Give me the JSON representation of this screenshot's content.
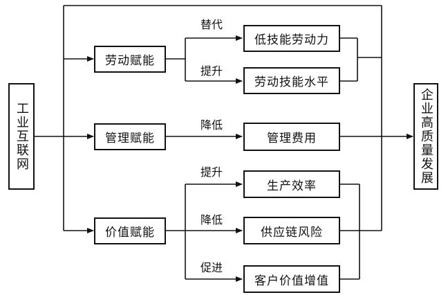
{
  "source": "工业互联网",
  "target": "企业高质量发展",
  "mechanisms": {
    "labor": "劳动赋能",
    "management": "管理赋能",
    "value": "价值赋能"
  },
  "outcomes": {
    "low_skill_labor": "低技能劳动力",
    "labor_skill_level": "劳动技能水平",
    "management_cost": "管理费用",
    "production_efficiency": "生产效率",
    "supply_chain_risk": "供应链风险",
    "customer_value_added": "客户价值增值"
  },
  "edge_labels": {
    "substitute": "替代",
    "improve_1": "提升",
    "reduce_1": "降低",
    "improve_2": "提升",
    "reduce_2": "降低",
    "promote": "促进"
  }
}
